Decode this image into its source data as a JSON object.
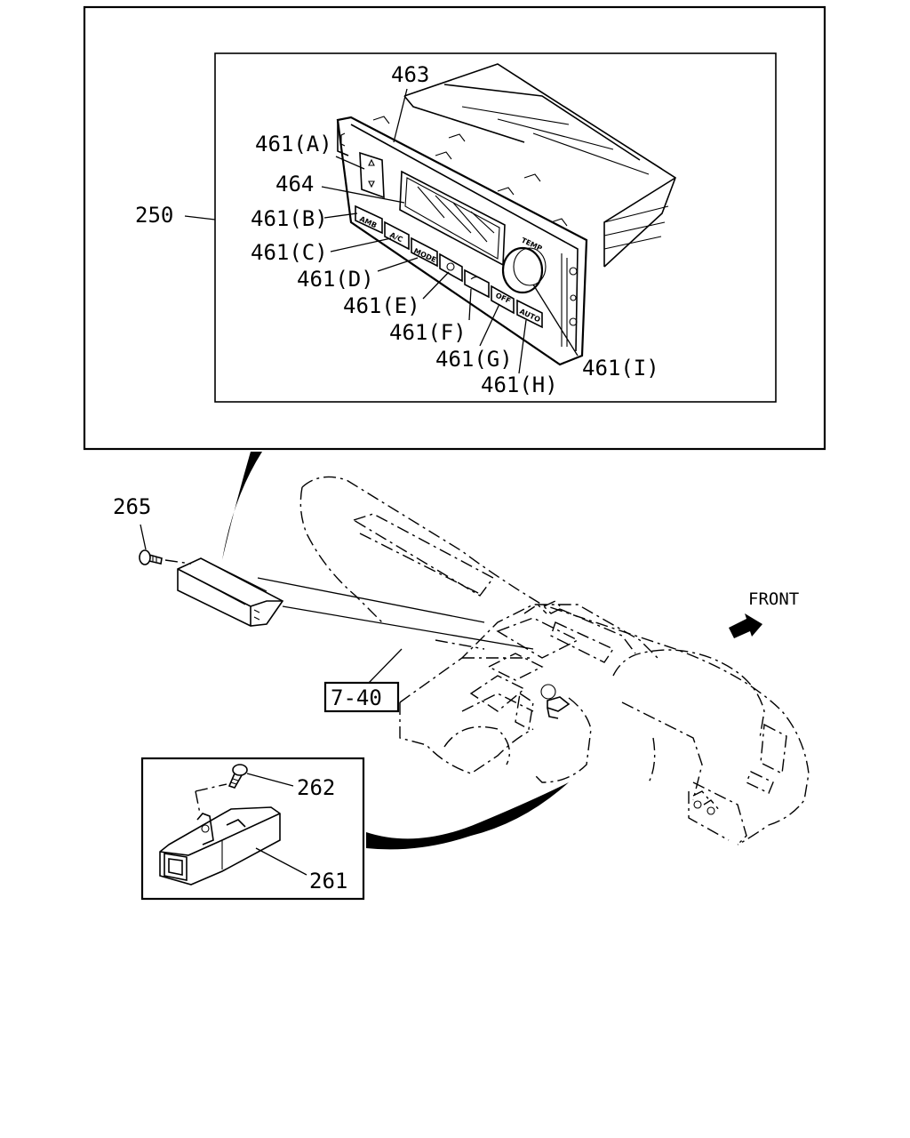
{
  "callouts": {
    "c250": "250",
    "c463": "463",
    "c464": "464",
    "c461a": "461(A)",
    "c461b": "461(B)",
    "c461c": "461(C)",
    "c461d": "461(D)",
    "c461e": "461(E)",
    "c461f": "461(F)",
    "c461g": "461(G)",
    "c461h": "461(H)",
    "c461i": "461(I)",
    "c265": "265",
    "c262": "262",
    "c261": "261",
    "c740": "7-40"
  },
  "direction": {
    "front": "FRONT"
  },
  "panel_keys": {
    "amb": "AMB",
    "ac": "A/C",
    "mode": "MODE",
    "off": "OFF",
    "auto": "AUTO",
    "temp": "TEMP"
  },
  "icons": {
    "front_arrow": "arrow-up-right-icon",
    "fan_button": "fan-icon",
    "defrost_button": "defrost-icon",
    "screw": "screw-icon"
  }
}
